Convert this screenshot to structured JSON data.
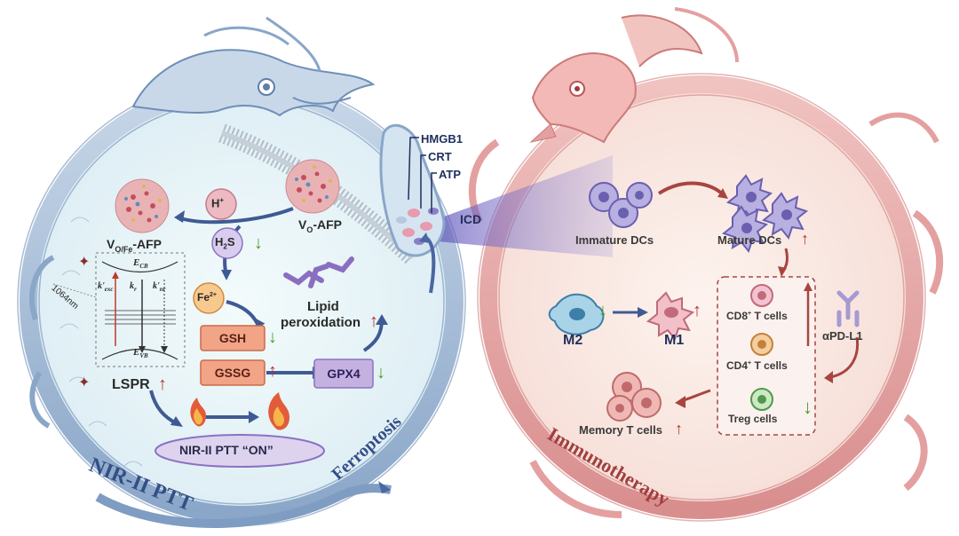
{
  "left_panel": {
    "arc_title": "NIR-II PTT",
    "arc_subtitle": "Ferroptosis",
    "h_plus": "H",
    "h_plus_sup": "+",
    "h2s_h": "H",
    "h2s_sub": "2",
    "h2s_s": "S",
    "vo_afp_v": "V",
    "vo_afp_sub": "O",
    "vo_afp_rest": "-AFP",
    "vofe_afp_v": "V",
    "vofe_afp_sub": "O/Fe",
    "vofe_afp_rest": "-AFP",
    "fe2_base": "Fe",
    "fe2_sup": "2+",
    "gsh": "GSH",
    "gssg": "GSSG",
    "gpx4": "GPX4",
    "lipid_line1": "Lipid",
    "lipid_line2": "peroxidation",
    "wavelength": "1064nm",
    "ecb": "E",
    "ecb_sub": "CB",
    "evb": "E",
    "evb_sub": "VB",
    "k_exc": "k'",
    "k_exc_sub": "exc",
    "k_r": "k",
    "k_r_sub": "r",
    "k_nr": "k'",
    "k_nr_sub": "nr",
    "lspr": "LSPR",
    "ptt_on": "NIR-II PTT “ON”"
  },
  "icd_block": {
    "hmgb1": "HMGB1",
    "crt": "CRT",
    "atp": "ATP",
    "icd": "ICD"
  },
  "right_panel": {
    "arc_title": "Immunotherapy",
    "immature_dcs": "Immature DCs",
    "mature_dcs": "Mature DCs",
    "m2": "M2",
    "m1": "M1",
    "cd8_base": "CD8",
    "cd8_sup": "+",
    "cd8_rest": " T cells",
    "cd4_base": "CD4",
    "cd4_sup": "+",
    "cd4_rest": " T cells",
    "treg": "Treg cells",
    "apdl1": "αPD-L1",
    "memory": "Memory T cells"
  },
  "symbols": {
    "up_arrow": "↑",
    "down_arrow": "↓",
    "sparkle": "✦"
  },
  "colors": {
    "left_ring": "#a9bfd8",
    "left_fill": "#e9f5f9",
    "right_ring": "#e7a8a8",
    "right_fill": "#faeae4",
    "up_arrow": "#b8322c",
    "down_arrow": "#4f9a2a",
    "orange_box": "#f2a487",
    "purple_box": "#c4b1e0"
  }
}
